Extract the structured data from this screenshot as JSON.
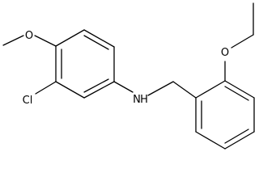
{
  "structure": {
    "atoms": {
      "O_methoxy": "O",
      "Cl": "Cl",
      "NH": "N",
      "H_on_N": "H",
      "O_ethoxy": "O"
    }
  },
  "colors": {
    "background": "#ffffff",
    "ink": "#000000"
  }
}
